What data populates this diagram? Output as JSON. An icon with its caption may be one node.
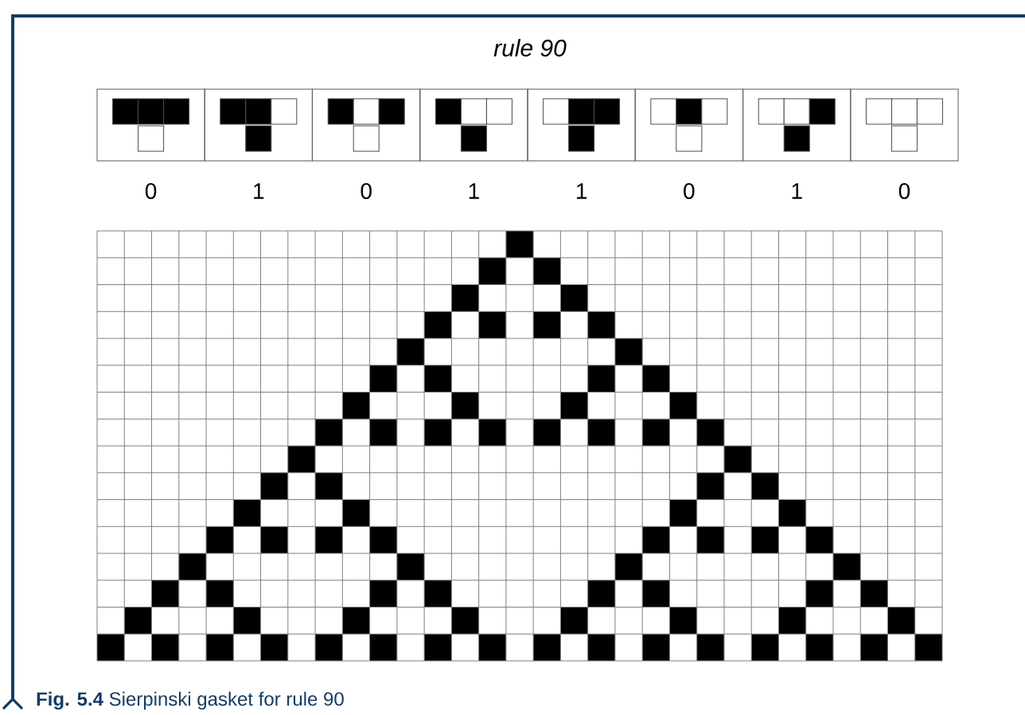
{
  "diagram": {
    "title": "rule 90",
    "caption": "**Fig. 5.4** Sierpinski gasket for rule 90",
    "labels": [
      "0",
      "1",
      "0",
      "1",
      "1",
      "0",
      "1",
      "0"
    ]
  }
}
